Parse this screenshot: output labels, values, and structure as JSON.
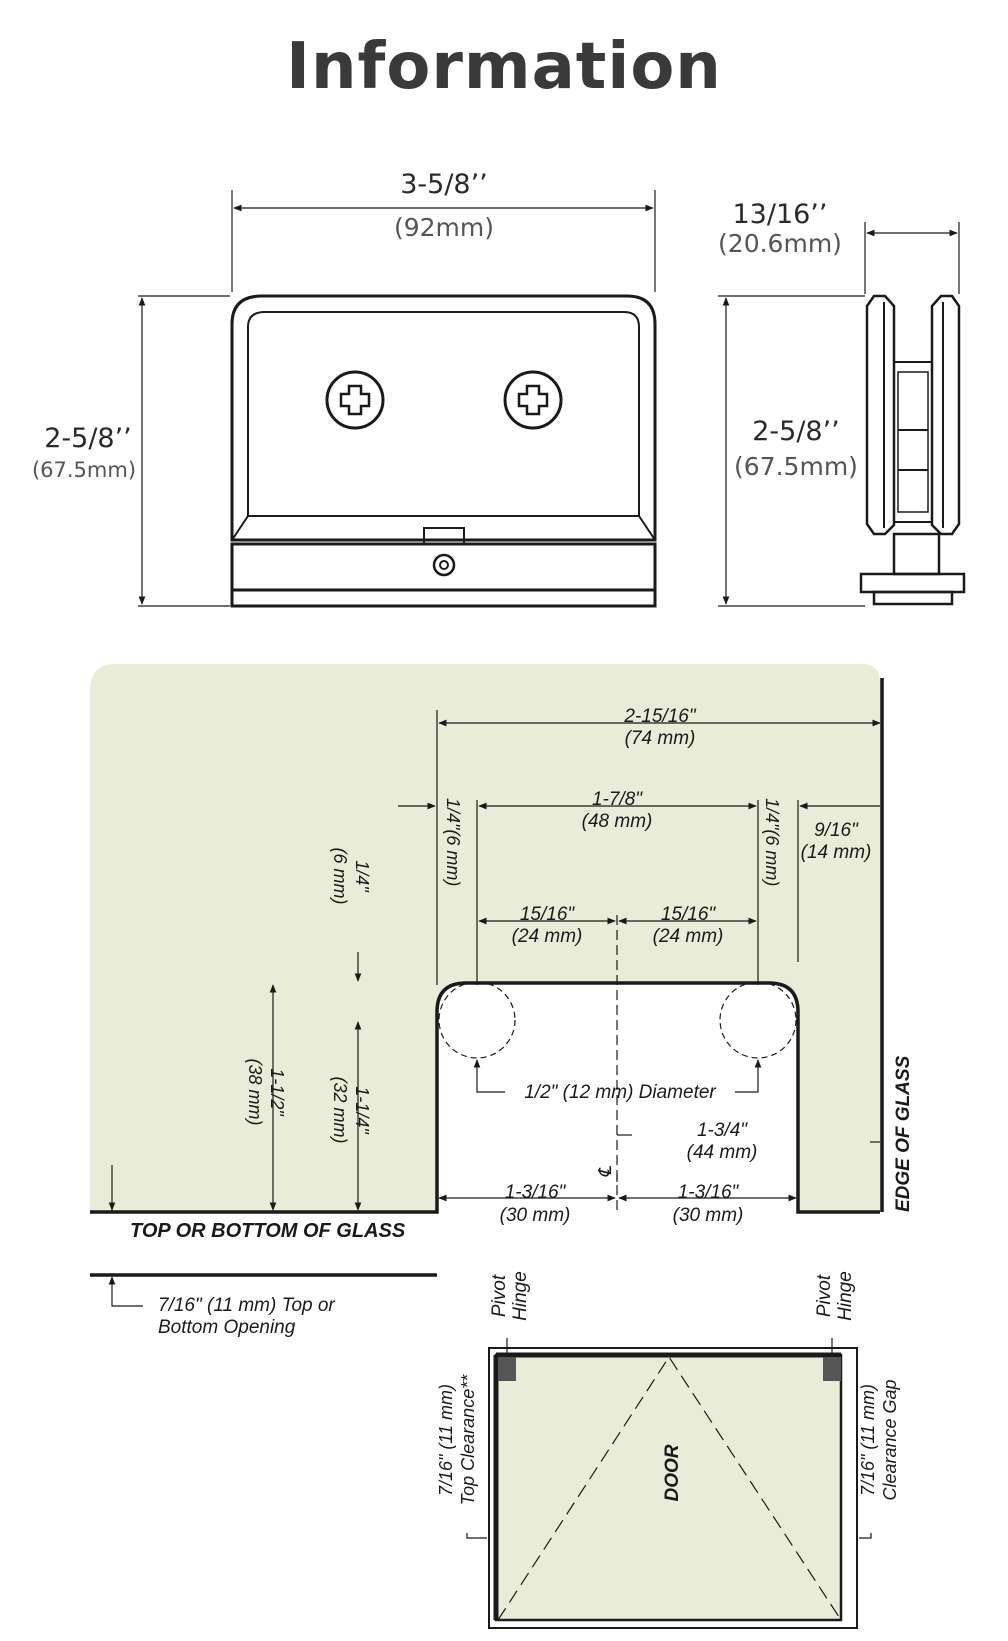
{
  "title": "Information",
  "colors": {
    "panel": "#e9ecd9",
    "line": "#1a1a1a",
    "title": "#3a3a3a",
    "hinge_block": "#555555"
  },
  "top_views": {
    "front_width_in": "3-5/8’’",
    "front_width_mm": "(92mm)",
    "front_height_in": "2-5/8’’",
    "front_height_mm": "(67.5mm)",
    "side_depth_in": "13/16’’",
    "side_depth_mm": "(20.6mm)",
    "side_height_in": "2-5/8’’",
    "side_height_mm": "(67.5mm)"
  },
  "cutout": {
    "overall_in": "2-15/16\"",
    "overall_mm": "(74 mm)",
    "center_in": "1-7/8\"",
    "center_mm": "(48 mm)",
    "left_offset": "1/4\"(6 mm)",
    "right_offset": "1/4\"(6 mm)",
    "edge_in": "9/16\"",
    "edge_mm": "(14 mm)",
    "half_left_in": "15/16\"",
    "half_left_mm": "(24 mm)",
    "half_right_in": "15/16\"",
    "half_right_mm": "(24 mm)",
    "top_gap_in": "1/4\"",
    "top_gap_mm": "(6 mm)",
    "depth_in": "1-1/2\"",
    "depth_mm": "(38 mm)",
    "hole_depth_in": "1-1/4\"",
    "hole_depth_mm": "(32 mm)",
    "diameter": "1/2\" (12 mm) Diameter",
    "center_height_in": "1-3/4\"",
    "center_height_mm": "(44 mm)",
    "cl_mark": "℄",
    "bottom_left_in": "1-3/16\"",
    "bottom_left_mm": "(30 mm)",
    "bottom_right_in": "1-3/16\"",
    "bottom_right_mm": "(30 mm)",
    "glass_label": "TOP OR BOTTOM OF GLASS",
    "edge_label": "EDGE OF GLASS",
    "opening_line1": "7/16\" (11 mm) Top or",
    "opening_line2": "Bottom Opening"
  },
  "door": {
    "pivot_label_1": "Pivot",
    "hinge_label_1": "Hinge",
    "pivot_label_2": "Pivot",
    "hinge_label_2": "Hinge",
    "door_label": "DOOR",
    "left_line1": "7/16\" (11 mm)",
    "left_line2": "Top Clearance**",
    "right_line1": "7/16\" (11 mm)",
    "right_line2": "Clearance Gap"
  }
}
